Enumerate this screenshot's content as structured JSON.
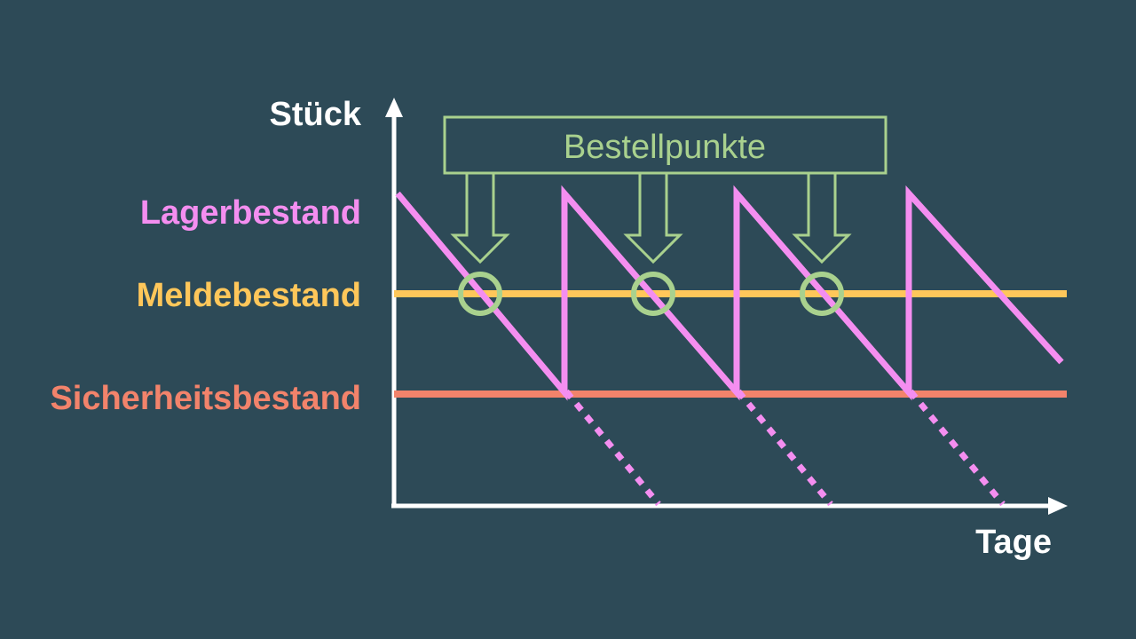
{
  "axes": {
    "y_label": "Stück",
    "x_label": "Tage"
  },
  "levels": {
    "stock": "Lagerbestand",
    "reorder": "Meldebestand",
    "safety": "Sicherheitsbestand"
  },
  "callout": {
    "text": "Bestellpunkte"
  },
  "colors": {
    "background": "#2d4a57",
    "axis": "#ffffff",
    "stock": "#f48ef0",
    "reorder": "#ffc75a",
    "safety": "#f2836b",
    "callout": "#a9d18e"
  }
}
